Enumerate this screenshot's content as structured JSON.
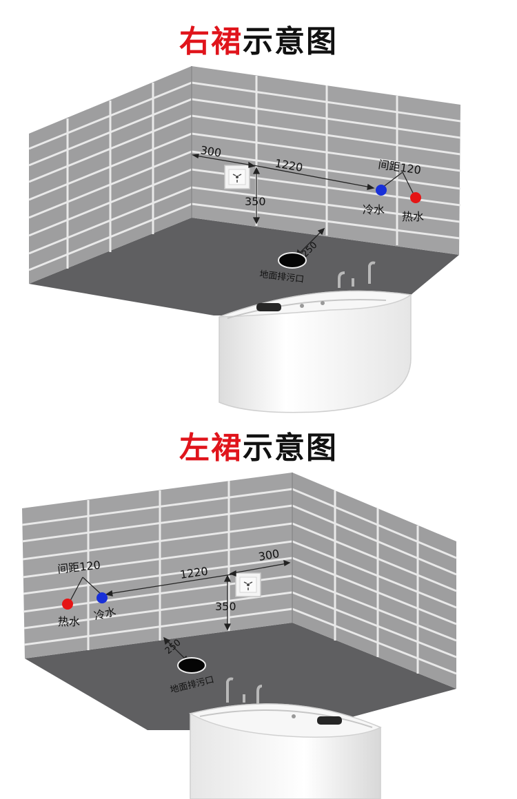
{
  "colors": {
    "title_accent": "#e0141b",
    "tile_wall": "#9d9d9f",
    "grout": "#e8e8e8",
    "floor": "#616163",
    "hot_water": "#e51515",
    "cold_water": "#1830d8"
  },
  "diagrams": [
    {
      "title_accent": "右裙",
      "title_rest": "示意图",
      "dim_outlet_offset": "300",
      "dim_pipe_distance": "1220",
      "dim_outlet_height": "350",
      "pipe_spacing": "间距120",
      "cold_label": "冷水",
      "hot_label": "热水",
      "drain_offset": "250",
      "drain_label": "地面排污口"
    },
    {
      "title_accent": "左裙",
      "title_rest": "示意图",
      "dim_outlet_offset": "300",
      "dim_pipe_distance": "1220",
      "dim_outlet_height": "350",
      "pipe_spacing": "间距120",
      "cold_label": "冷水",
      "hot_label": "热水",
      "drain_offset": "250",
      "drain_label": "地面排污口"
    }
  ]
}
